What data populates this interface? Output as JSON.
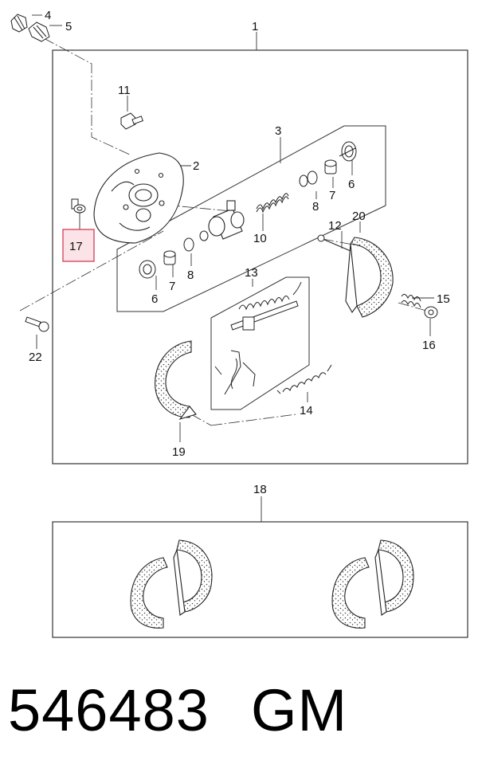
{
  "callouts": {
    "c1": "1",
    "c2": "2",
    "c3": "3",
    "c4": "4",
    "c5": "5",
    "c6a": "6",
    "c6b": "6",
    "c7a": "7",
    "c7b": "7",
    "c8a": "8",
    "c8b": "8",
    "c10": "10",
    "c11": "11",
    "c12": "12",
    "c13": "13",
    "c14": "14",
    "c15": "15",
    "c16": "16",
    "c17": "17",
    "c18": "18",
    "c19": "19",
    "c20": "20",
    "c22": "22"
  },
  "caption": {
    "part_number": "546483",
    "brand": "GM"
  },
  "colors": {
    "line": "#222222",
    "highlight_border": "#d9546b",
    "highlight_fill": "#fbe3e7",
    "frame": "#333333"
  }
}
